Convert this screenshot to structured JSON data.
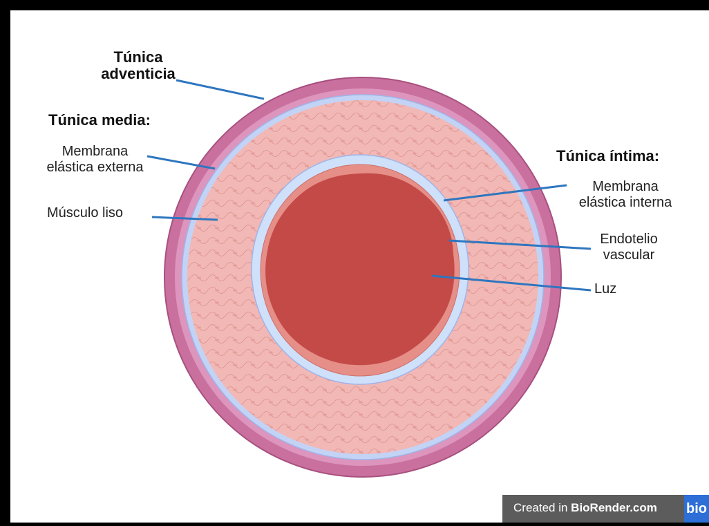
{
  "labels": {
    "tunica_adventicia": "Túnica\nadventicia",
    "tunica_media": "Túnica media:",
    "membrana_elastica_externa": "Membrana\nelástica externa",
    "musculo_liso": "Músculo liso",
    "tunica_intima": "Túnica íntima:",
    "membrana_elastica_interna": "Membrana\nelástica interna",
    "endotelio_vascular": "Endotelio\nvascular",
    "luz": "Luz"
  },
  "badge": {
    "prefix": "Created in ",
    "brand": "BioRender.com",
    "logo": "bio"
  },
  "colors": {
    "adventitia": "#c9709f",
    "external_elastic": "#c3d3f5",
    "media": "#f1b8b5",
    "internal_elastic": "#cfe0fb",
    "endothelium": "#e58f88",
    "lumen": "#c44a48",
    "leader_lines": "#2e76bf",
    "badge_bg": "#5c5c5c",
    "badge_logo": "#2d6fd6"
  }
}
